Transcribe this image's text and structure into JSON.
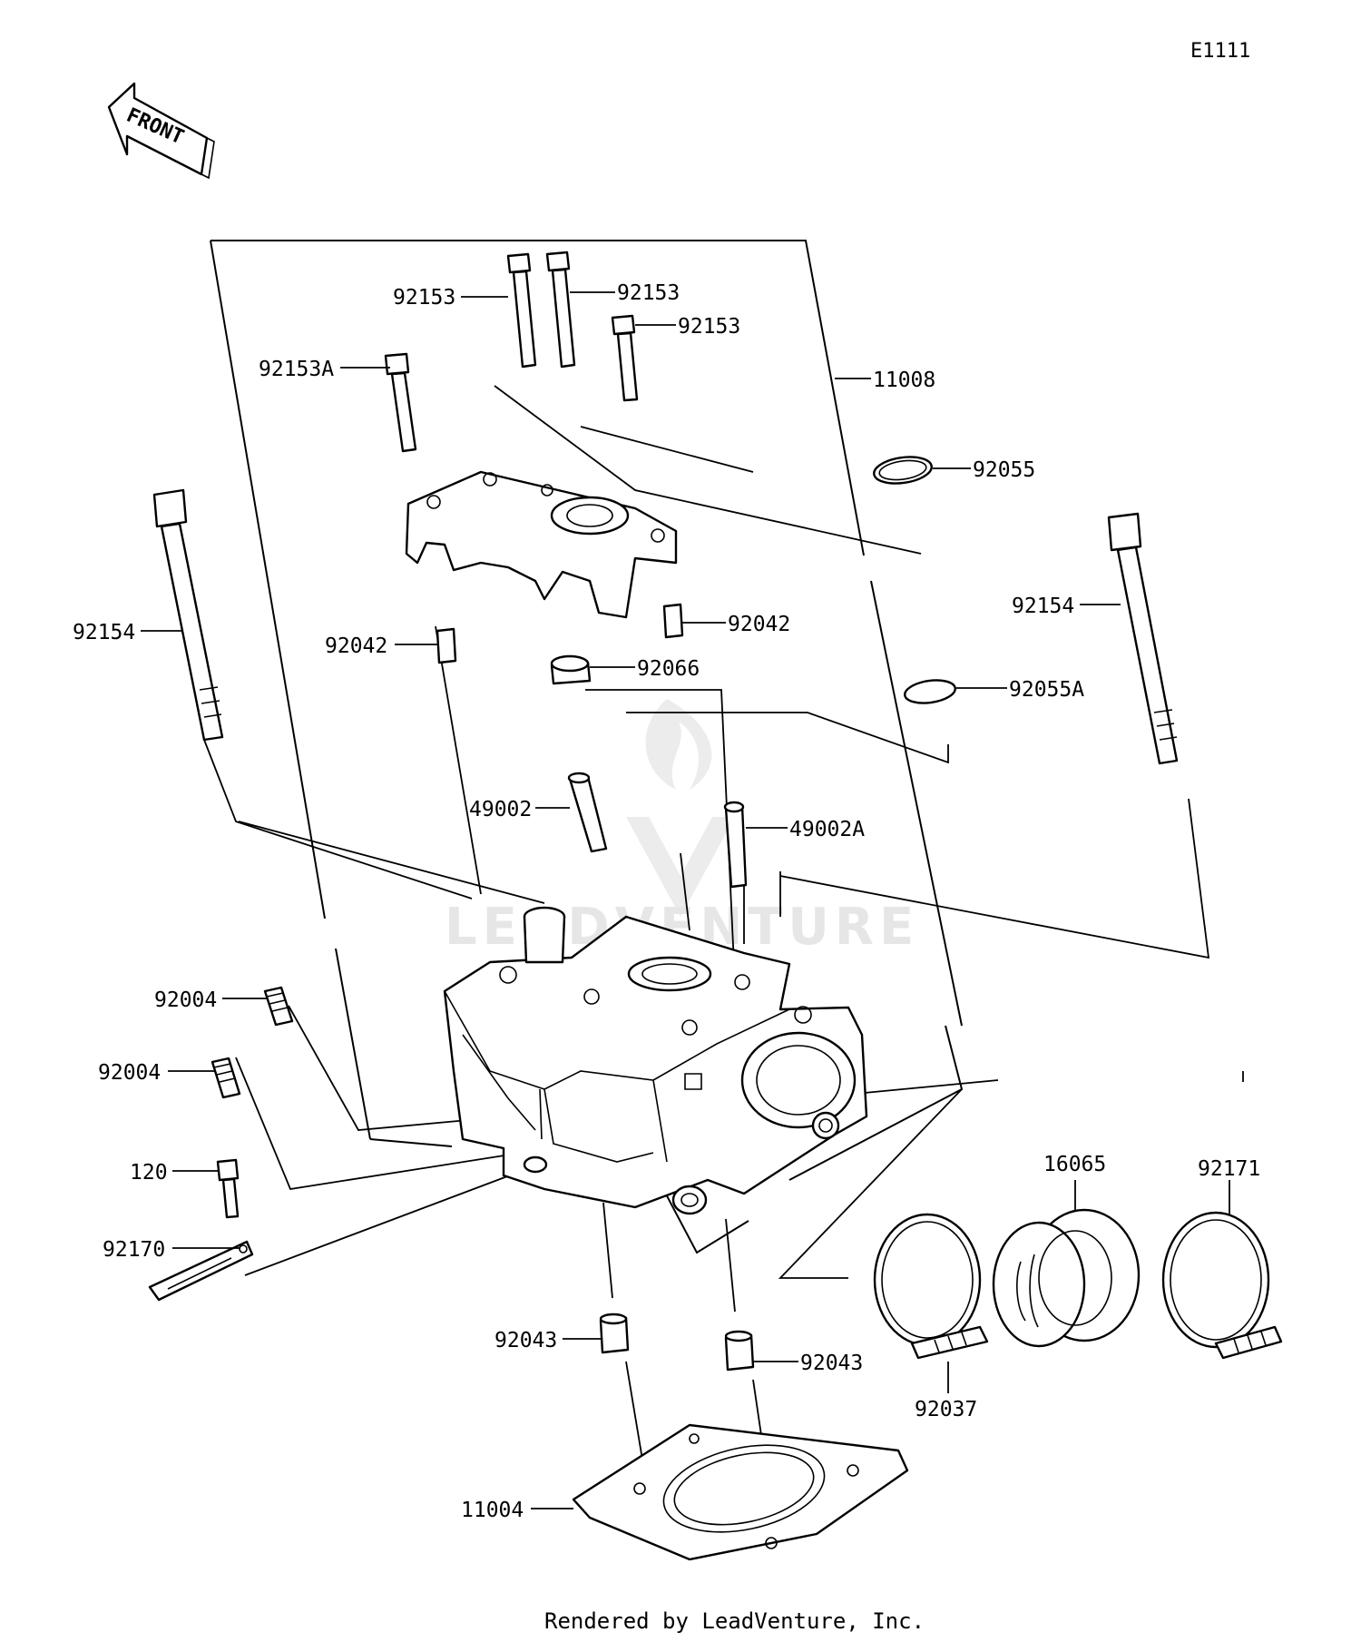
{
  "diagram_code": "E1111",
  "front_arrow_label": "FRONT",
  "watermark": {
    "text": "LEADVENTURE",
    "logo": "flame-v-logo-icon"
  },
  "footer": "Rendered by LeadVenture, Inc.",
  "labels": [
    {
      "id": "92153-left",
      "text": "92153"
    },
    {
      "id": "92153-mid",
      "text": "92153"
    },
    {
      "id": "92153-right",
      "text": "92153"
    },
    {
      "id": "92153A",
      "text": "92153A"
    },
    {
      "id": "11008",
      "text": "11008"
    },
    {
      "id": "92055",
      "text": "92055"
    },
    {
      "id": "92154-left",
      "text": "92154"
    },
    {
      "id": "92154-right",
      "text": "92154"
    },
    {
      "id": "92042-left",
      "text": "92042"
    },
    {
      "id": "92042-right",
      "text": "92042"
    },
    {
      "id": "92066",
      "text": "92066"
    },
    {
      "id": "92055A",
      "text": "92055A"
    },
    {
      "id": "49002",
      "text": "49002"
    },
    {
      "id": "49002A",
      "text": "49002A"
    },
    {
      "id": "92004-upper",
      "text": "92004"
    },
    {
      "id": "92004-lower",
      "text": "92004"
    },
    {
      "id": "120",
      "text": "120"
    },
    {
      "id": "92170",
      "text": "92170"
    },
    {
      "id": "16065",
      "text": "16065"
    },
    {
      "id": "92171",
      "text": "92171"
    },
    {
      "id": "92043-left",
      "text": "92043"
    },
    {
      "id": "92043-right",
      "text": "92043"
    },
    {
      "id": "92037",
      "text": "92037"
    },
    {
      "id": "11004",
      "text": "11004"
    }
  ]
}
